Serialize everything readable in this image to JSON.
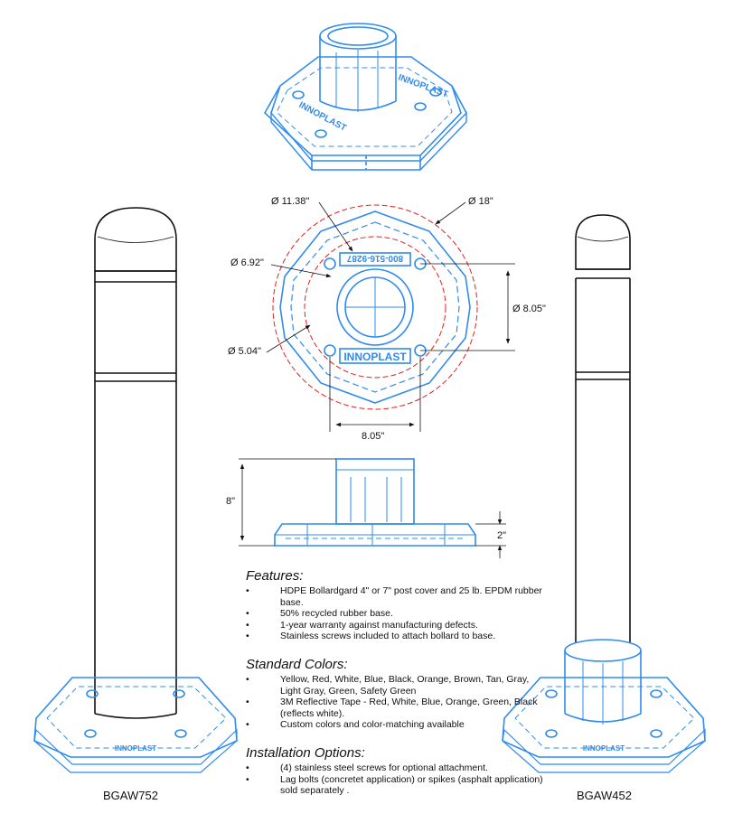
{
  "colors": {
    "line": "#2f8bf0",
    "circle": "#e02020",
    "ink": "#111111"
  },
  "brand_text": "INNOPLAST",
  "phone_text": "800-516-9287",
  "dimensions": {
    "d_outer": "Ø 18\"",
    "d_bolt_circle": "Ø 11.38\"",
    "d_bolt_hole": "Ø 6.92\"",
    "d_center": "Ø 5.04\"",
    "spacing_vertical": "Ø 8.05\"",
    "spacing_horizontal": "8.05\"",
    "height_total": "8\"",
    "height_base": "2\""
  },
  "features": {
    "title": "Features:",
    "items": [
      "HDPE Bollardgard 4\" or 7\" post cover and 25 lb. EPDM rubber base.",
      "50% recycled rubber base.",
      "1-year warranty against manufacturing defects.",
      "Stainless screws included to attach bollard to base."
    ]
  },
  "standard_colors": {
    "title": "Standard Colors:",
    "items": [
      "Yellow, Red, White, Blue, Black, Orange, Brown, Tan, Gray, Light Gray, Green, Safety Green",
      "3M Reflective Tape - Red, White, Blue, Orange, Green, Black (reflects white).",
      "Custom colors and color-matching available"
    ]
  },
  "installation": {
    "title": "Installation Options:",
    "items": [
      "(4) stainless steel screws for optional attachment.",
      "Lag bolts (concretet application) or spikes (asphalt application) sold separately ."
    ]
  },
  "captions": {
    "left": "BGAW752",
    "right": "BGAW452"
  }
}
